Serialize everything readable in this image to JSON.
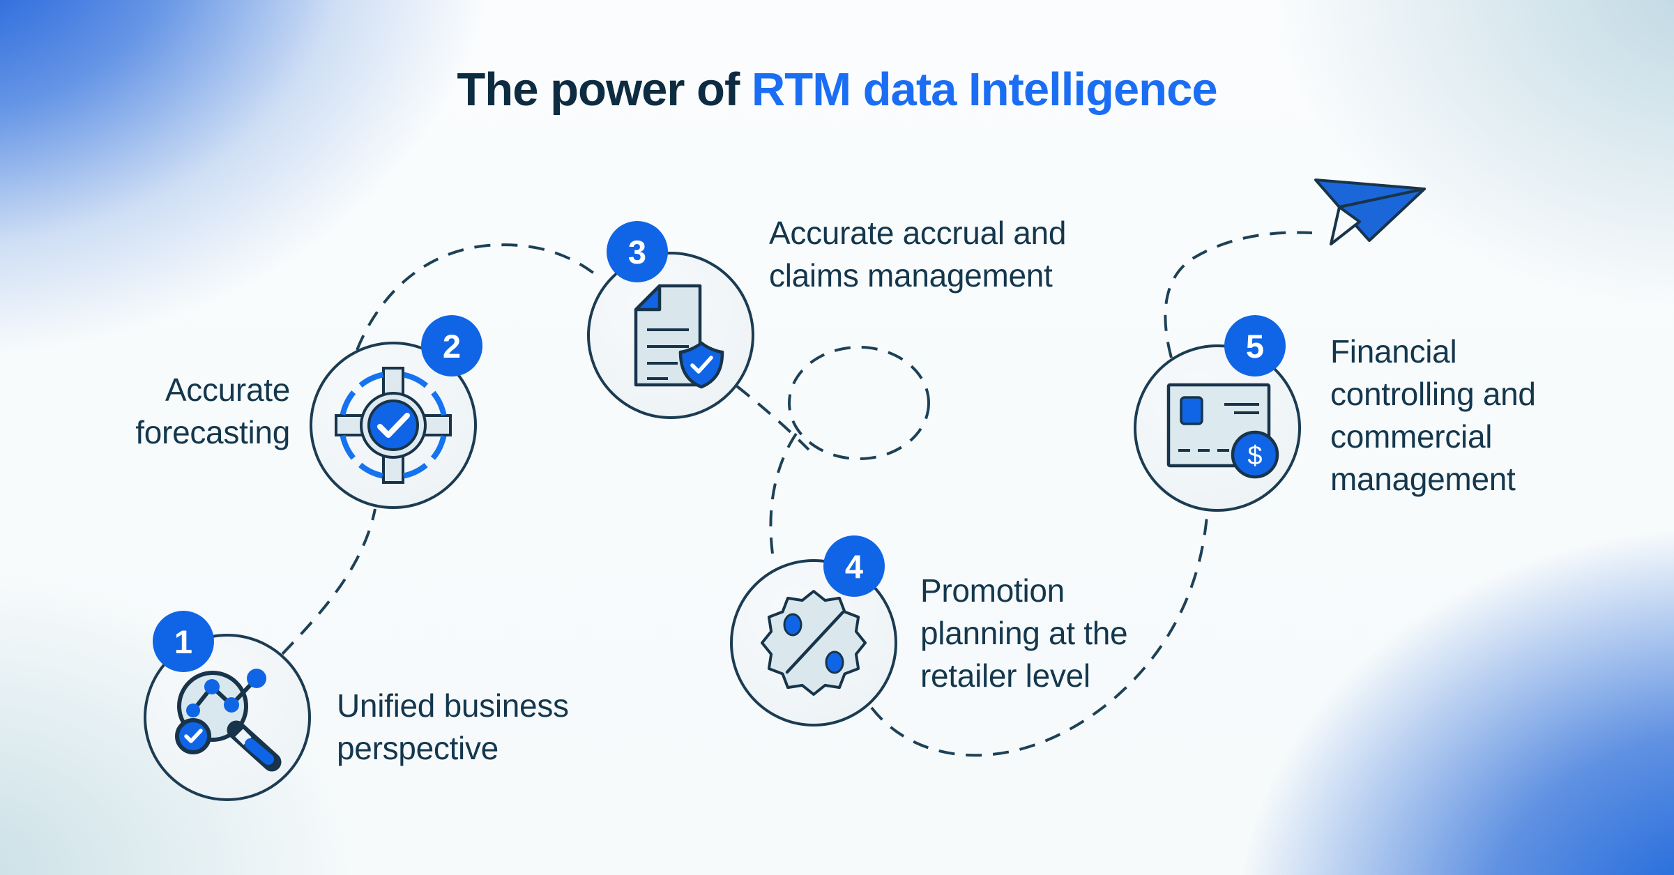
{
  "title": {
    "prefix": "The power of",
    "highlight": "RTM data Intelligence"
  },
  "steps": [
    {
      "number": "1",
      "label": "Unified business perspective",
      "lines": [
        "Unified business",
        "perspective"
      ],
      "icon": "magnifier-chart-icon"
    },
    {
      "number": "2",
      "label": "Accurate forecasting",
      "lines": [
        "Accurate",
        "forecasting"
      ],
      "icon": "target-check-icon"
    },
    {
      "number": "3",
      "label": "Accurate accrual and claims management",
      "lines": [
        "Accurate accrual and",
        "claims management"
      ],
      "icon": "document-shield-icon"
    },
    {
      "number": "4",
      "label": "Promotion planning at the retailer level",
      "lines": [
        "Promotion",
        "planning at the",
        "retailer level"
      ],
      "icon": "percent-seal-icon"
    },
    {
      "number": "5",
      "label": "Financial controlling and commercial management",
      "lines": [
        "Financial",
        "controlling and",
        "commercial",
        "management"
      ],
      "icon": "credit-card-dollar-icon"
    }
  ],
  "icons": {
    "dollar_symbol": "$"
  },
  "decorations": {
    "plane": "paper-plane-icon",
    "trail": "dashed-flight-path"
  },
  "colors": {
    "accent_blue": "#0f65e6",
    "title_blue": "#1b6ef3",
    "dark_navy": "#14374d",
    "outline_navy": "#1b3c52",
    "dash_navy": "#1d4157",
    "icon_light_fill": "#d9e8ee",
    "circle_fill": "#f1f5f7",
    "bg_glow_top_left": "#0a52d8",
    "bg_glow_bottom_right": "#1160da"
  }
}
